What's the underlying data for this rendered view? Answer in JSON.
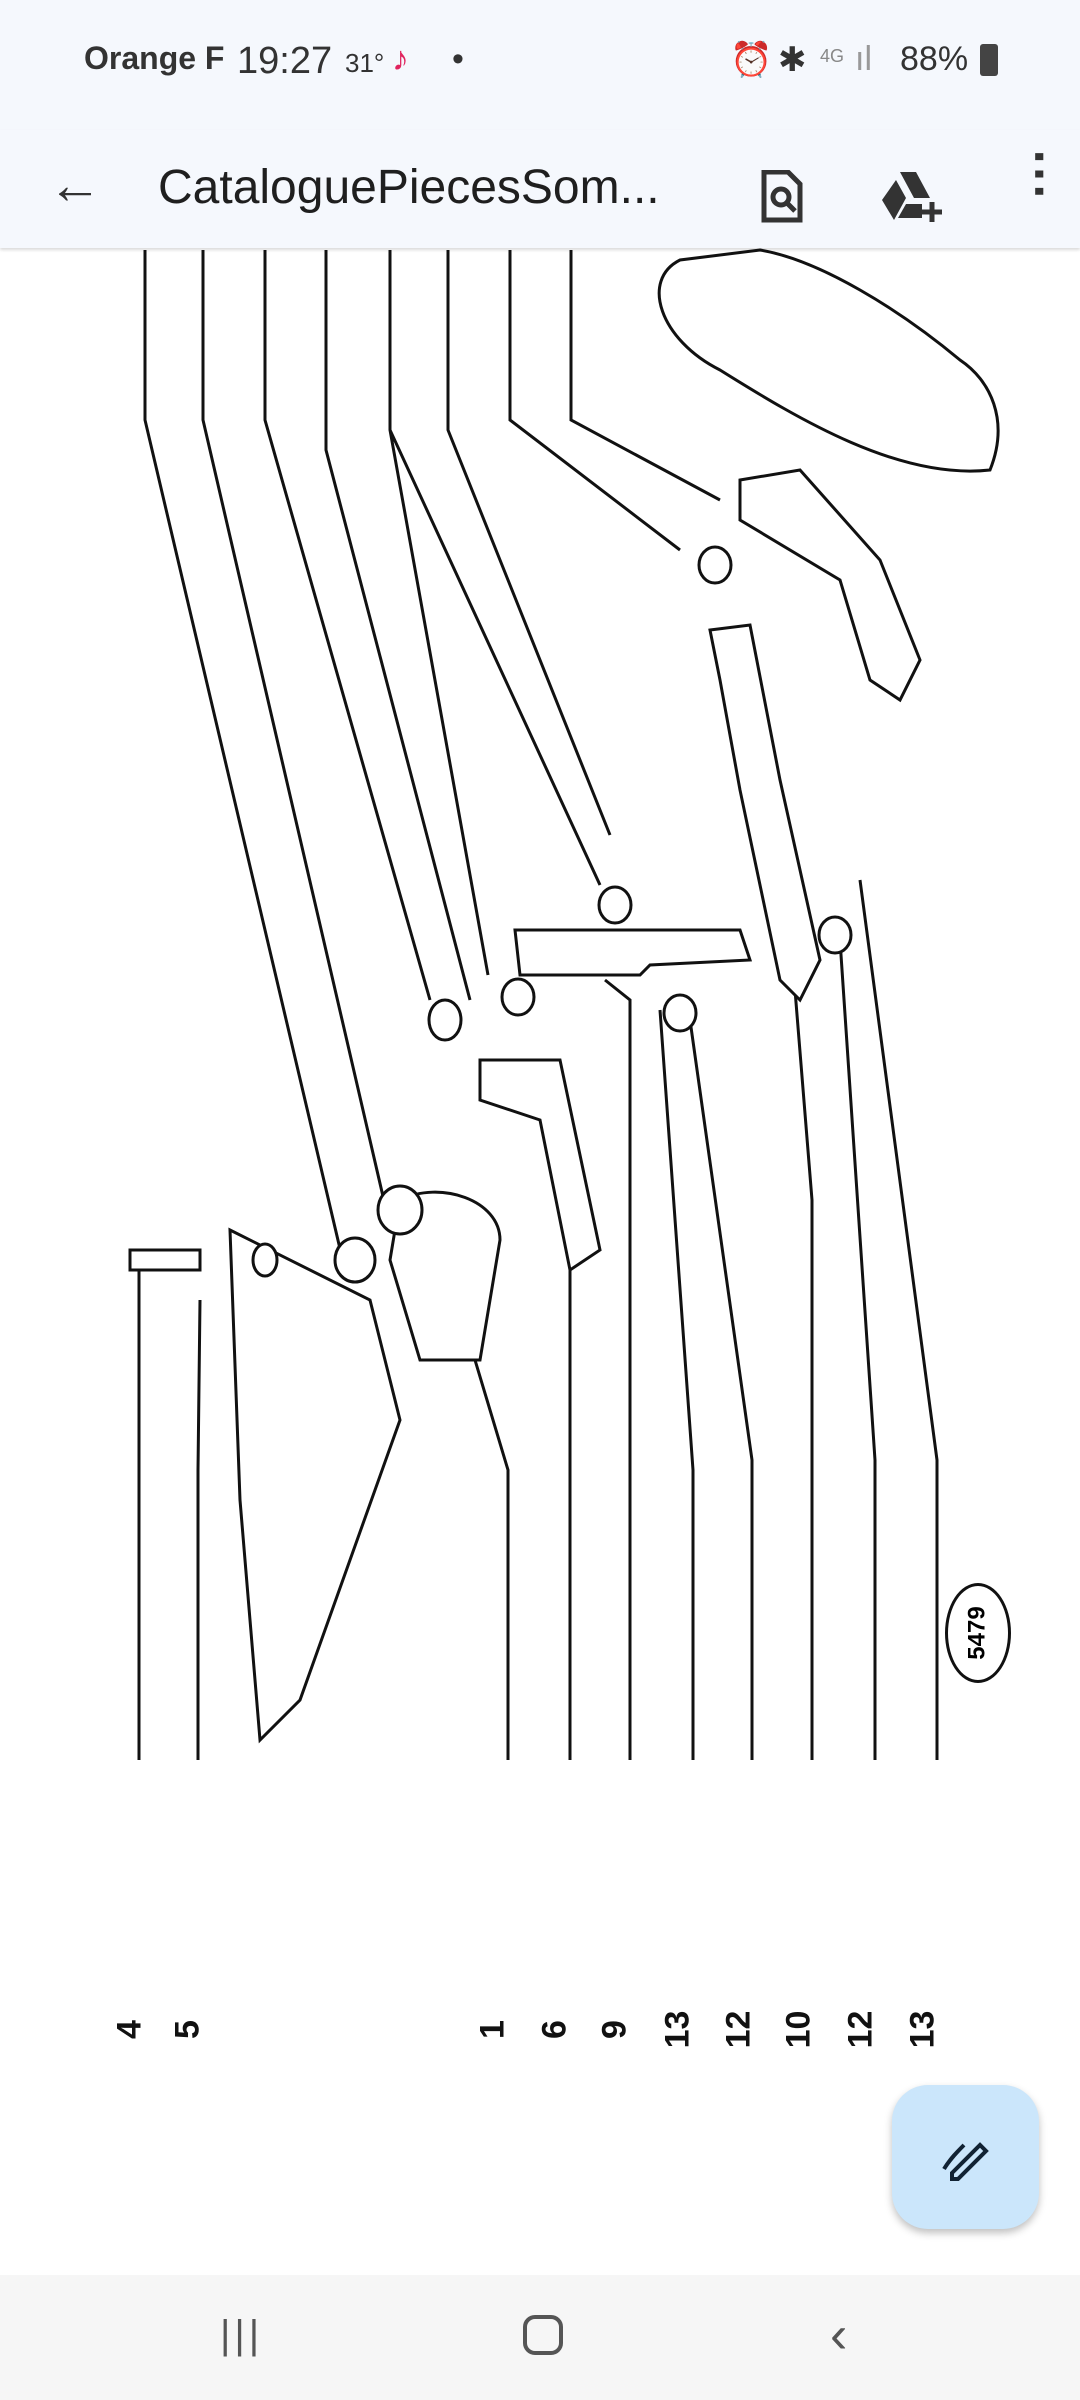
{
  "status_bar": {
    "carrier": "Orange F",
    "time": "19:27",
    "temperature": "31°",
    "battery": "88%",
    "network": "4G"
  },
  "app_bar": {
    "title": "CataloguePiecesSom..."
  },
  "diagram": {
    "figure_number": "5479",
    "part_labels": [
      "4",
      "5",
      "1",
      "6",
      "9",
      "13",
      "12",
      "10",
      "12",
      "13"
    ]
  },
  "colors": {
    "background": "#f5f8fd",
    "fab": "#cbe6fb"
  }
}
